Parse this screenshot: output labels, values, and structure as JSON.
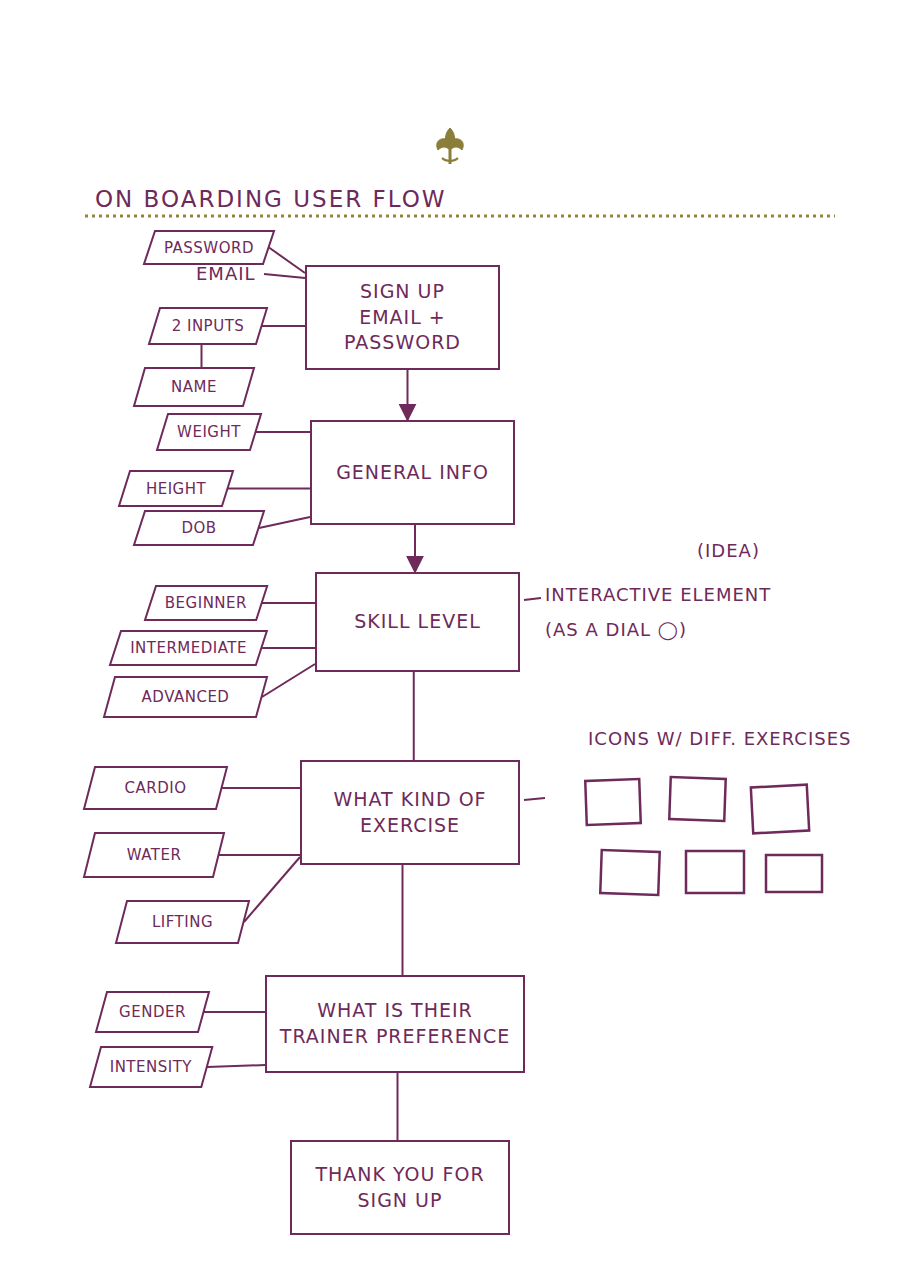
{
  "diagram": {
    "title": "ON BOARDING USER FLOW",
    "nodes": [
      {
        "text": [
          "PASSWORD"
        ]
      },
      {
        "text": [
          "SIGN UP",
          "EMAIL + PASSWORD"
        ]
      },
      {
        "text": [
          "2 INPUTS"
        ]
      },
      {
        "text": [
          "NAME"
        ]
      },
      {
        "text": [
          "WEIGHT"
        ]
      },
      {
        "text": [
          "GENERAL INFO"
        ]
      },
      {
        "text": [
          "HEIGHT"
        ]
      },
      {
        "text": [
          "DOB"
        ]
      },
      {
        "text": [
          "BEGINNER"
        ]
      },
      {
        "text": [
          "SKILL LEVEL"
        ]
      },
      {
        "text": [
          "INTERMEDIATE"
        ]
      },
      {
        "text": [
          "ADVANCED"
        ]
      },
      {
        "text": [
          "CARDIO"
        ]
      },
      {
        "text": [
          "WHAT KIND OF EXERCISE"
        ]
      },
      {
        "text": [
          "WATER"
        ]
      },
      {
        "text": [
          "LIFTING"
        ]
      },
      {
        "text": [
          "GENDER"
        ]
      },
      {
        "text": [
          "WHAT IS THEIR TRAINER PREFERENCE"
        ]
      },
      {
        "text": [
          "INTENSITY"
        ]
      },
      {
        "text": [
          "THANK YOU FOR SIGN UP"
        ]
      }
    ],
    "edges": [
      {
        "from": 0,
        "to": 1,
        "arrow": "none"
      },
      {
        "from": 2,
        "to": 1,
        "arrow": "none"
      },
      {
        "from": 2,
        "to": 3,
        "arrow": "none"
      },
      {
        "from": 1,
        "to": 5,
        "arrow": "to"
      },
      {
        "from": 4,
        "to": 5,
        "arrow": "none"
      },
      {
        "from": 6,
        "to": 5,
        "arrow": "none"
      },
      {
        "from": 7,
        "to": 5,
        "arrow": "none"
      },
      {
        "from": 5,
        "to": 9,
        "arrow": "to"
      },
      {
        "from": 8,
        "to": 9,
        "arrow": "none"
      },
      {
        "from": 10,
        "to": 9,
        "arrow": "none"
      },
      {
        "from": 11,
        "to": 9,
        "arrow": "none"
      },
      {
        "from": 9,
        "to": 13,
        "arrow": "none"
      },
      {
        "from": 12,
        "to": 13,
        "arrow": "none"
      },
      {
        "from": 14,
        "to": 13,
        "arrow": "none"
      },
      {
        "from": 15,
        "to": 13,
        "arrow": "none"
      },
      {
        "from": 13,
        "to": 17,
        "arrow": "none"
      },
      {
        "from": 16,
        "to": 17,
        "arrow": "none"
      },
      {
        "from": 18,
        "to": 17,
        "arrow": "none"
      },
      {
        "from": 17,
        "to": 19,
        "arrow": "none"
      }
    ],
    "labels": [
      "EMAIL",
      "(IDEA)",
      "INTERACTIVE ELEMENT (AS A DIAL ◯)",
      "ICONS W/ DIFF. EXERCISES"
    ]
  }
}
